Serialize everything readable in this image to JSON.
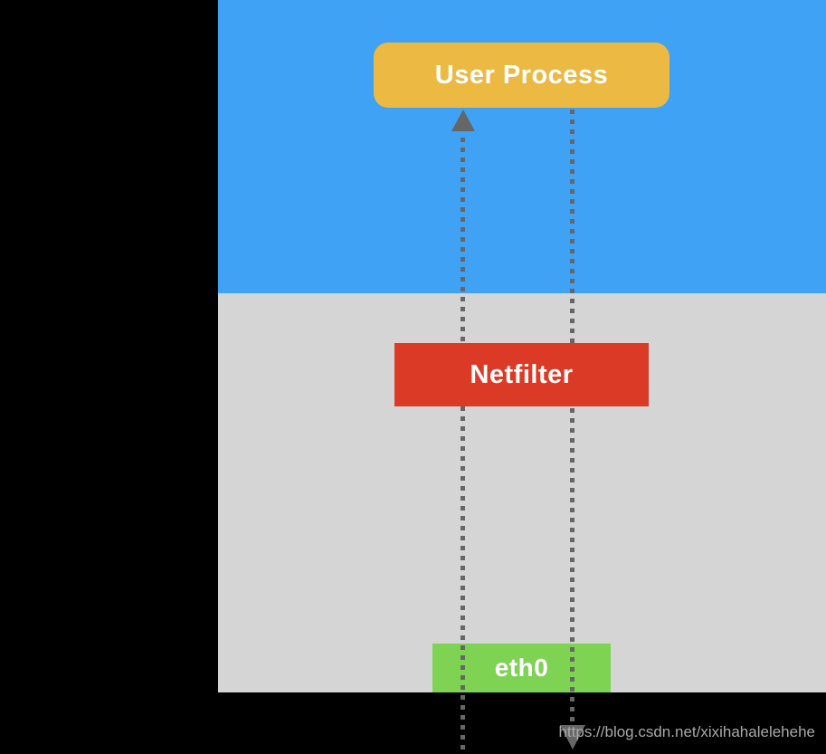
{
  "colors": {
    "background": "#000000",
    "user_space_region": "#3FA2F5",
    "kernel_space_region": "#D5D5D5",
    "user_process_box": "#ECB943",
    "netfilter_box": "#DB3B26",
    "eth0_box": "#7FD353",
    "flow_line": "#666666",
    "watermark_text": "#A9A9A9"
  },
  "diagram": {
    "nodes": {
      "user_process": {
        "label": "User Process"
      },
      "netfilter": {
        "label": "Netfilter"
      },
      "eth0": {
        "label": "eth0"
      }
    },
    "flows": {
      "inbound": "dotted line with arrow up into User Process",
      "outbound": "dotted line with arrow down out of eth0"
    },
    "watermark": "https://blog.csdn.net/xixihahalelehehe"
  }
}
